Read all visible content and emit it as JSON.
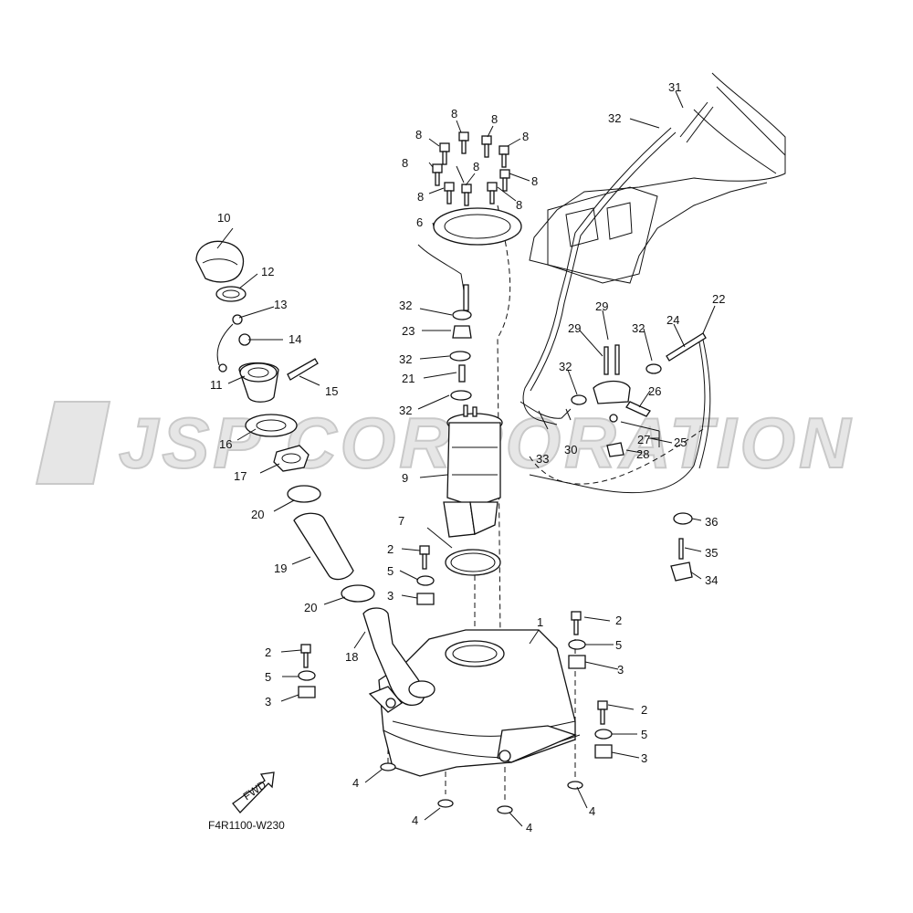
{
  "diagram_code": "F4R1100-W230",
  "watermark": "JSP CORPORATION",
  "fwd_label": "FWD",
  "callouts": [
    {
      "id": "c1",
      "label": "1"
    },
    {
      "id": "c2a",
      "label": "2"
    },
    {
      "id": "c2b",
      "label": "2"
    },
    {
      "id": "c2c",
      "label": "2"
    },
    {
      "id": "c2d",
      "label": "2"
    },
    {
      "id": "c3a",
      "label": "3"
    },
    {
      "id": "c3b",
      "label": "3"
    },
    {
      "id": "c3c",
      "label": "3"
    },
    {
      "id": "c3d",
      "label": "3"
    },
    {
      "id": "c4a",
      "label": "4"
    },
    {
      "id": "c4b",
      "label": "4"
    },
    {
      "id": "c4c",
      "label": "4"
    },
    {
      "id": "c4d",
      "label": "4"
    },
    {
      "id": "c5a",
      "label": "5"
    },
    {
      "id": "c5b",
      "label": "5"
    },
    {
      "id": "c5c",
      "label": "5"
    },
    {
      "id": "c5d",
      "label": "5"
    },
    {
      "id": "c6",
      "label": "6"
    },
    {
      "id": "c7",
      "label": "7"
    },
    {
      "id": "c8a",
      "label": "8"
    },
    {
      "id": "c8b",
      "label": "8"
    },
    {
      "id": "c8c",
      "label": "8"
    },
    {
      "id": "c8d",
      "label": "8"
    },
    {
      "id": "c8e",
      "label": "8"
    },
    {
      "id": "c8f",
      "label": "8"
    },
    {
      "id": "c8g",
      "label": "8"
    },
    {
      "id": "c8h",
      "label": "8"
    },
    {
      "id": "c8i",
      "label": "8"
    },
    {
      "id": "c8j",
      "label": "8"
    },
    {
      "id": "c9",
      "label": "9"
    },
    {
      "id": "c10",
      "label": "10"
    },
    {
      "id": "c11",
      "label": "11"
    },
    {
      "id": "c12",
      "label": "12"
    },
    {
      "id": "c13",
      "label": "13"
    },
    {
      "id": "c14",
      "label": "14"
    },
    {
      "id": "c15",
      "label": "15"
    },
    {
      "id": "c16",
      "label": "16"
    },
    {
      "id": "c17",
      "label": "17"
    },
    {
      "id": "c18",
      "label": "18"
    },
    {
      "id": "c19",
      "label": "19"
    },
    {
      "id": "c20a",
      "label": "20"
    },
    {
      "id": "c20b",
      "label": "20"
    },
    {
      "id": "c21",
      "label": "21"
    },
    {
      "id": "c22",
      "label": "22"
    },
    {
      "id": "c23",
      "label": "23"
    },
    {
      "id": "c24",
      "label": "24"
    },
    {
      "id": "c25",
      "label": "25"
    },
    {
      "id": "c26",
      "label": "26"
    },
    {
      "id": "c27",
      "label": "27"
    },
    {
      "id": "c28",
      "label": "28"
    },
    {
      "id": "c29a",
      "label": "29"
    },
    {
      "id": "c29b",
      "label": "29"
    },
    {
      "id": "c30",
      "label": "30"
    },
    {
      "id": "c31",
      "label": "31"
    },
    {
      "id": "c32a",
      "label": "32"
    },
    {
      "id": "c32b",
      "label": "32"
    },
    {
      "id": "c32c",
      "label": "32"
    },
    {
      "id": "c32d",
      "label": "32"
    },
    {
      "id": "c32e",
      "label": "32"
    },
    {
      "id": "c32f",
      "label": "32"
    },
    {
      "id": "c32g",
      "label": "32"
    },
    {
      "id": "c33",
      "label": "33"
    },
    {
      "id": "c34",
      "label": "34"
    },
    {
      "id": "c35",
      "label": "35"
    },
    {
      "id": "c36",
      "label": "36"
    }
  ]
}
